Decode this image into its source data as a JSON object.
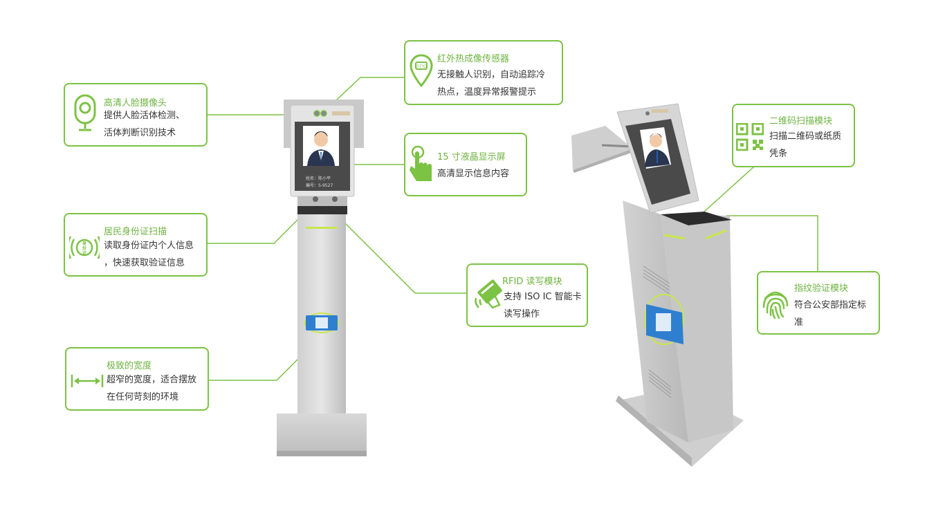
{
  "colors": {
    "accent": "#7cc243",
    "title": "#6db33f",
    "text": "#333333"
  },
  "callouts": {
    "face_camera": {
      "title": "高清人脸摄像头",
      "desc_line1": "提供人脸活体检测、",
      "desc_line2": "活体判断识别技术",
      "icon": "camera-icon"
    },
    "thermal": {
      "title": "红外热成像传感器",
      "desc_line1": "无接触人识别，自动追踪冷",
      "desc_line2": "热点，温度异常报警提示",
      "icon": "thermometer-icon",
      "icon_text": "37℃"
    },
    "lcd": {
      "title": "15 寸液晶显示屏",
      "desc_line1": "高清显示信息内容",
      "icon": "touch-hand-icon"
    },
    "id_card": {
      "title": "居民身份证扫描",
      "desc_line1": "读取身份证内个人信息",
      "desc_line2": "，快速获取验证信息",
      "icon": "id-card-icon",
      "icon_text_1": "身",
      "icon_text_2": "份",
      "icon_text_3": "证"
    },
    "rfid": {
      "title": "RFID 读写模块",
      "desc_line1": "支持 ISO IC 智能卡",
      "desc_line2": "读写操作",
      "icon": "rfid-card-icon"
    },
    "width": {
      "title": "极致的宽度",
      "desc_line1": "超窄的宽度，适合摆放",
      "desc_line2": "在任何苛刻的环境",
      "icon": "width-arrow-icon"
    },
    "qr": {
      "title": "二维码扫描模块",
      "desc_line1": "扫描二维码或纸质",
      "desc_line2": "凭条",
      "icon": "qr-code-icon"
    },
    "fingerprint": {
      "title": "指纹验证模块",
      "desc_line1": "符合公安部指定标",
      "desc_line2": "准",
      "icon": "fingerprint-icon"
    }
  },
  "screen": {
    "name_label": "姓名：",
    "name_value": "陈小平",
    "id_label": "编号：",
    "id_value": "S-9527"
  }
}
